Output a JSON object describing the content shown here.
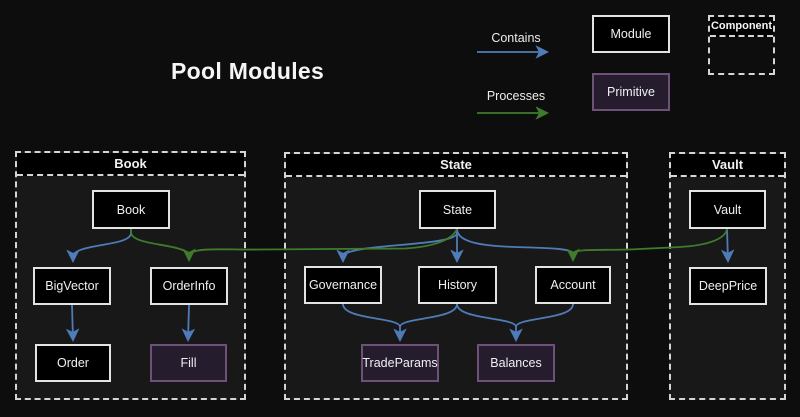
{
  "title": "Pool Modules",
  "legend": {
    "contains_label": "Contains",
    "processes_label": "Processes",
    "module_label": "Module",
    "primitive_label": "Primitive",
    "component_label": "Component"
  },
  "colors": {
    "background": "#0d0d0d",
    "container_fill": "#181818",
    "container_border": "#d5d5d5",
    "module_fill": "#000000",
    "module_border": "#e3e3e3",
    "primitive_fill": "#251c2e",
    "primitive_border": "#6e5178",
    "contains_arrow": "#4f7cb8",
    "processes_arrow": "#3e7c2c"
  },
  "groups": [
    {
      "title": "Book",
      "nodes": [
        {
          "label": "Book",
          "type": "module"
        },
        {
          "label": "BigVector",
          "type": "module"
        },
        {
          "label": "OrderInfo",
          "type": "module"
        },
        {
          "label": "Order",
          "type": "module"
        },
        {
          "label": "Fill",
          "type": "primitive"
        }
      ]
    },
    {
      "title": "State",
      "nodes": [
        {
          "label": "State",
          "type": "module"
        },
        {
          "label": "Governance",
          "type": "module"
        },
        {
          "label": "History",
          "type": "module"
        },
        {
          "label": "Account",
          "type": "module"
        },
        {
          "label": "TradeParams",
          "type": "primitive"
        },
        {
          "label": "Balances",
          "type": "primitive"
        }
      ]
    },
    {
      "title": "Vault",
      "nodes": [
        {
          "label": "Vault",
          "type": "module"
        },
        {
          "label": "DeepPrice",
          "type": "module"
        }
      ]
    }
  ],
  "edges": [
    {
      "from": "Book",
      "to": "BigVector",
      "type": "contains"
    },
    {
      "from": "Book",
      "to": "OrderInfo",
      "type": "processes"
    },
    {
      "from": "BigVector",
      "to": "Order",
      "type": "contains"
    },
    {
      "from": "OrderInfo",
      "to": "Fill",
      "type": "contains"
    },
    {
      "from": "State",
      "to": "Governance",
      "type": "contains"
    },
    {
      "from": "State",
      "to": "History",
      "type": "contains"
    },
    {
      "from": "State",
      "to": "Account",
      "type": "contains"
    },
    {
      "from": "State",
      "to": "OrderInfo",
      "type": "processes"
    },
    {
      "from": "Governance",
      "to": "TradeParams",
      "type": "contains"
    },
    {
      "from": "History",
      "to": "TradeParams",
      "type": "contains"
    },
    {
      "from": "History",
      "to": "Balances",
      "type": "contains"
    },
    {
      "from": "Account",
      "to": "Balances",
      "type": "contains"
    },
    {
      "from": "Vault",
      "to": "DeepPrice",
      "type": "contains"
    },
    {
      "from": "Vault",
      "to": "Account",
      "type": "processes"
    }
  ]
}
